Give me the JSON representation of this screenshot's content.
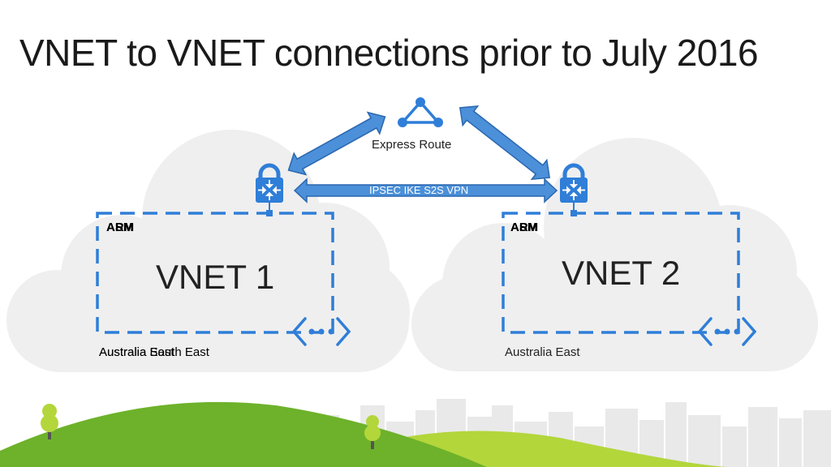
{
  "slide": {
    "title": "VNET to VNET connections prior to July 2016"
  },
  "diagram": {
    "express_route_label": "Express Route",
    "vpn_label": "IPSEC IKE S2S VPN",
    "vnet1": {
      "name": "VNET 1",
      "type_labels": [
        "ASM",
        "ARM"
      ],
      "region_labels": [
        "Australia South East",
        "Australia East"
      ]
    },
    "vnet2": {
      "name": "VNET 2",
      "type_labels": [
        "ASM",
        "ARM"
      ],
      "region_label": "Australia East"
    }
  },
  "icons": [
    "express-route-icon",
    "vpn-gateway-icon",
    "vnet-endpoint-icon",
    "tree-icon",
    "city-skyline"
  ],
  "colors": {
    "azure_blue": "#2f7ed8",
    "arrow_fill": "#4b90d8",
    "arrow_stroke": "#2a67b0",
    "cloud": "#efefef",
    "hill_dark": "#6db22a",
    "hill_light": "#b3d63b",
    "skyline": "#e8e8e8"
  }
}
